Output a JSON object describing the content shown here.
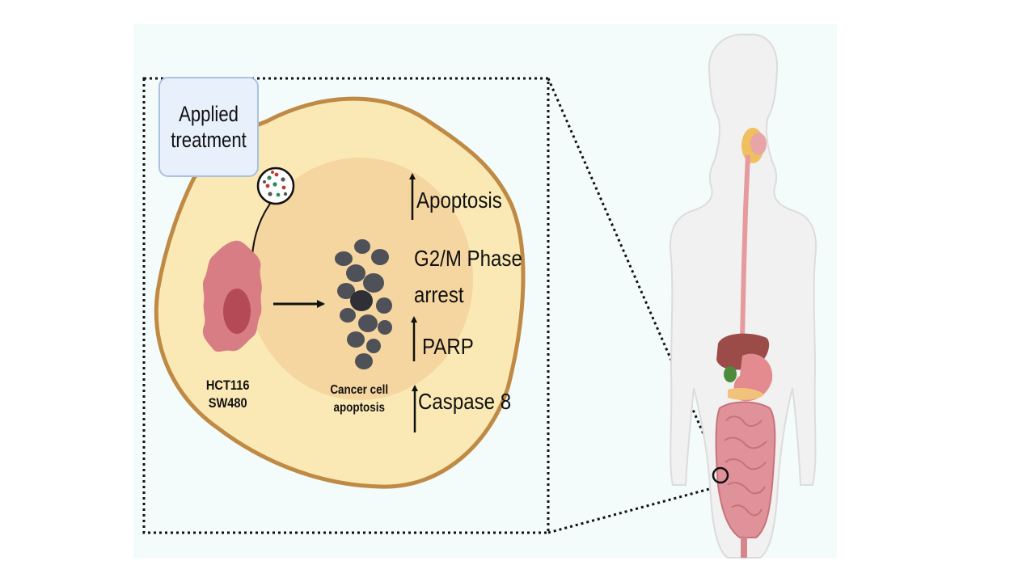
{
  "treatment_box": {
    "line1": "Applied",
    "line2": "treatment"
  },
  "cell_lines": {
    "line1": "HCT116",
    "line2": "SW480"
  },
  "apoptosis_caption": {
    "line1": "Cancer cell",
    "line2": "apoptosis"
  },
  "effects": {
    "apoptosis": "Apoptosis",
    "g2m_line1": "G2/M Phase",
    "g2m_line2": "arrest",
    "parp": "PARP",
    "caspase": "Caspase 8"
  },
  "colors": {
    "panel_bg": "#f3fcfa",
    "cell_fill": "#fbe9b5",
    "cell_outline": "#bf8a45",
    "nucleus_fill": "#f5d5a0",
    "cancer_cell": "#d77d83",
    "apoptotic_body": "#4f5158",
    "body_fill": "#f1f1f1",
    "intestine": "#e0929a"
  },
  "icons": [
    "treatment-particle-icon",
    "up-arrow-icon",
    "right-arrow-icon"
  ]
}
